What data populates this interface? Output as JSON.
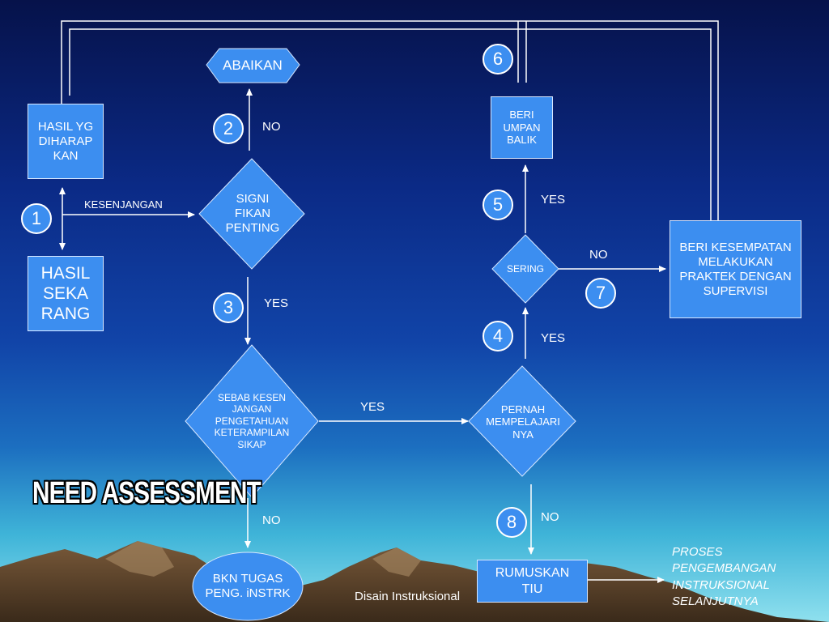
{
  "title": "NEED ASSESSMENT",
  "footer": "Disain Instruksional",
  "next_step": [
    "PROSES",
    "PENGEMBANGAN",
    "INSTRUKSIONAL",
    "SELANJUTNYA"
  ],
  "boxes": {
    "hasil_yg": "HASIL YG DIHARAP KAN",
    "hasil_sekarang": "HASIL SEKA RANG",
    "abaikan": "ABAIKAN",
    "signifikan": "SIGNI FIKAN PENTING",
    "sebab": "SEBAB KESEN JANGAN PENGETAHUAN KETERAMPILAN SIKAP",
    "bkn_tugas": "BKN TUGAS PENG. iNSTRK",
    "pernah": "PERNAH MEMPELAJARI NYA",
    "sering": "SERING",
    "beri_umpan": "BERI UMPAN BALIK",
    "beri_kesempatan": "BERI KESEMPATAN MELAKUKAN PRAKTEK DENGAN SUPERVISI",
    "rumuskan": "RUMUSKAN TIU"
  },
  "edge_labels": {
    "kesenjangan": "KESENJANGAN",
    "no_abaikan": "NO",
    "yes_sebab": "YES",
    "yes_pernah": "YES",
    "no_bkn": "NO",
    "yes_sering": "YES",
    "yes_umpan": "YES",
    "no_kesempatan": "NO",
    "no_rumuskan": "NO"
  },
  "steps": [
    "1",
    "2",
    "3",
    "4",
    "5",
    "6",
    "7",
    "8"
  ],
  "colors": {
    "node_fill": "#3c8ef0",
    "node_border": "#d8e8ff",
    "line": "#ffffff"
  }
}
